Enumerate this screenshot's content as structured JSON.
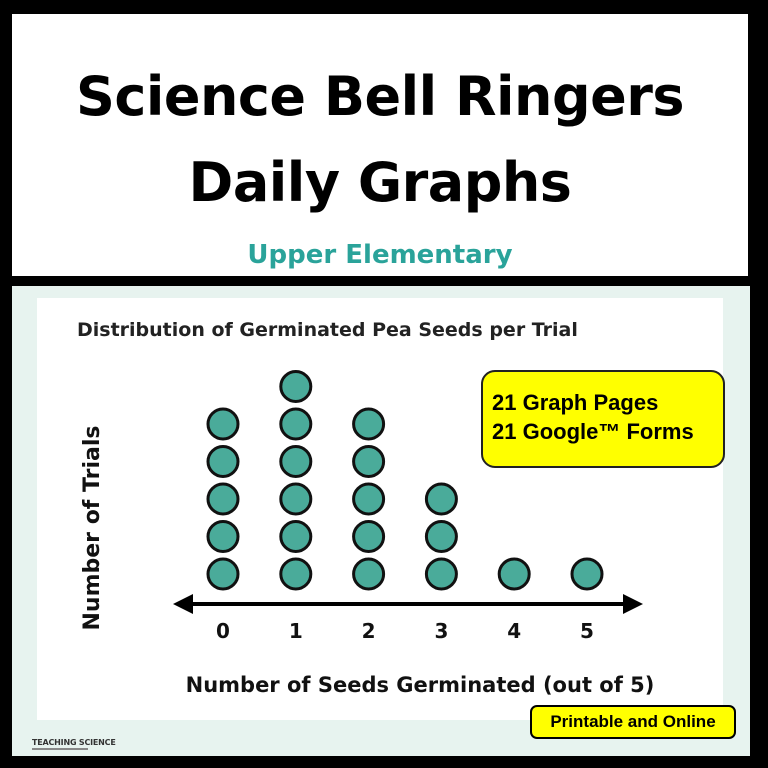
{
  "header": {
    "title_line1": "Science Bell Ringers",
    "title_line2": "Daily Graphs",
    "subtitle": "Upper Elementary"
  },
  "badges": {
    "graph_pages": "21 Graph Pages",
    "google_forms": "21 Google™ Forms",
    "printable_online": "Printable and Online"
  },
  "logo": {
    "text": "TEACHING SCIENCE"
  },
  "colors": {
    "dot_fill": "#4aab9a",
    "dot_stroke": "#111111",
    "subtitle_teal": "#2aa39a",
    "badge_yellow": "#ffff00"
  },
  "chart_data": {
    "type": "dot_plot",
    "title": "Distribution of Germinated Pea Seeds per Trial",
    "xlabel": "Number of Seeds Germinated (out of 5)",
    "ylabel": "Number of Trials",
    "categories": [
      "0",
      "1",
      "2",
      "3",
      "4",
      "5"
    ],
    "values": [
      5,
      6,
      5,
      3,
      1,
      1
    ],
    "axis_arrows": "both",
    "grid": false
  }
}
